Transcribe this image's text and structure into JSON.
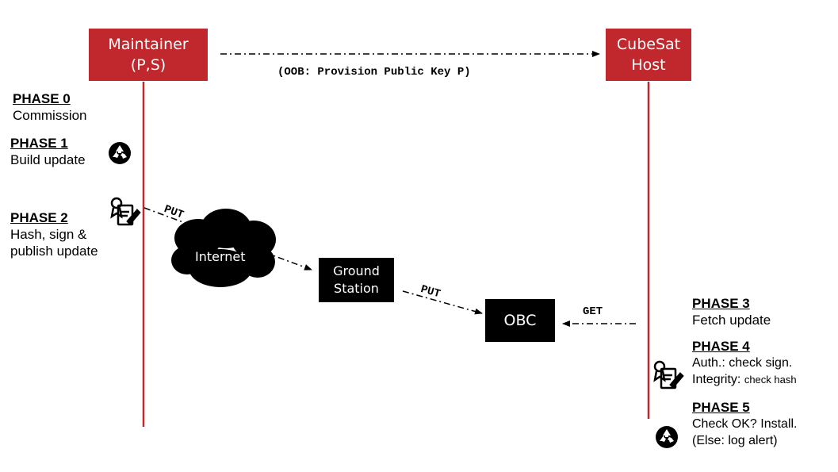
{
  "actors": {
    "maintainer": {
      "line1": "Maintainer",
      "line2": "(P,S)"
    },
    "host": {
      "line1": "CubeSat",
      "line2": "Host"
    }
  },
  "oob_label": "(OOB: Provision Public Key P)",
  "nodes": {
    "internet": "Internet",
    "ground_station": {
      "line1": "Ground",
      "line2": "Station"
    },
    "obc": "OBC"
  },
  "arrow_labels": {
    "put1": "PUT",
    "put2": "PUT",
    "get": "GET"
  },
  "phases": {
    "p0": {
      "title": "PHASE 0",
      "text": "Commission"
    },
    "p1": {
      "title": "PHASE 1",
      "text": "Build update"
    },
    "p2": {
      "title": "PHASE 2",
      "line1": "Hash, sign &",
      "line2": "publish update"
    },
    "p3": {
      "title": "PHASE 3",
      "text": "Fetch update"
    },
    "p4": {
      "title": "PHASE 4",
      "line1": "Auth.: check sign.",
      "line2_a": "Integrity: ",
      "line2_b": "check hash"
    },
    "p5": {
      "title": "PHASE 5",
      "line1": "Check OK? Install.",
      "line2": "(Else: log alert)"
    }
  },
  "icons": [
    "recycle-icon",
    "certificate-icon"
  ],
  "colors": {
    "accent": "#c0282e",
    "node": "#000000",
    "text": "#000000"
  }
}
